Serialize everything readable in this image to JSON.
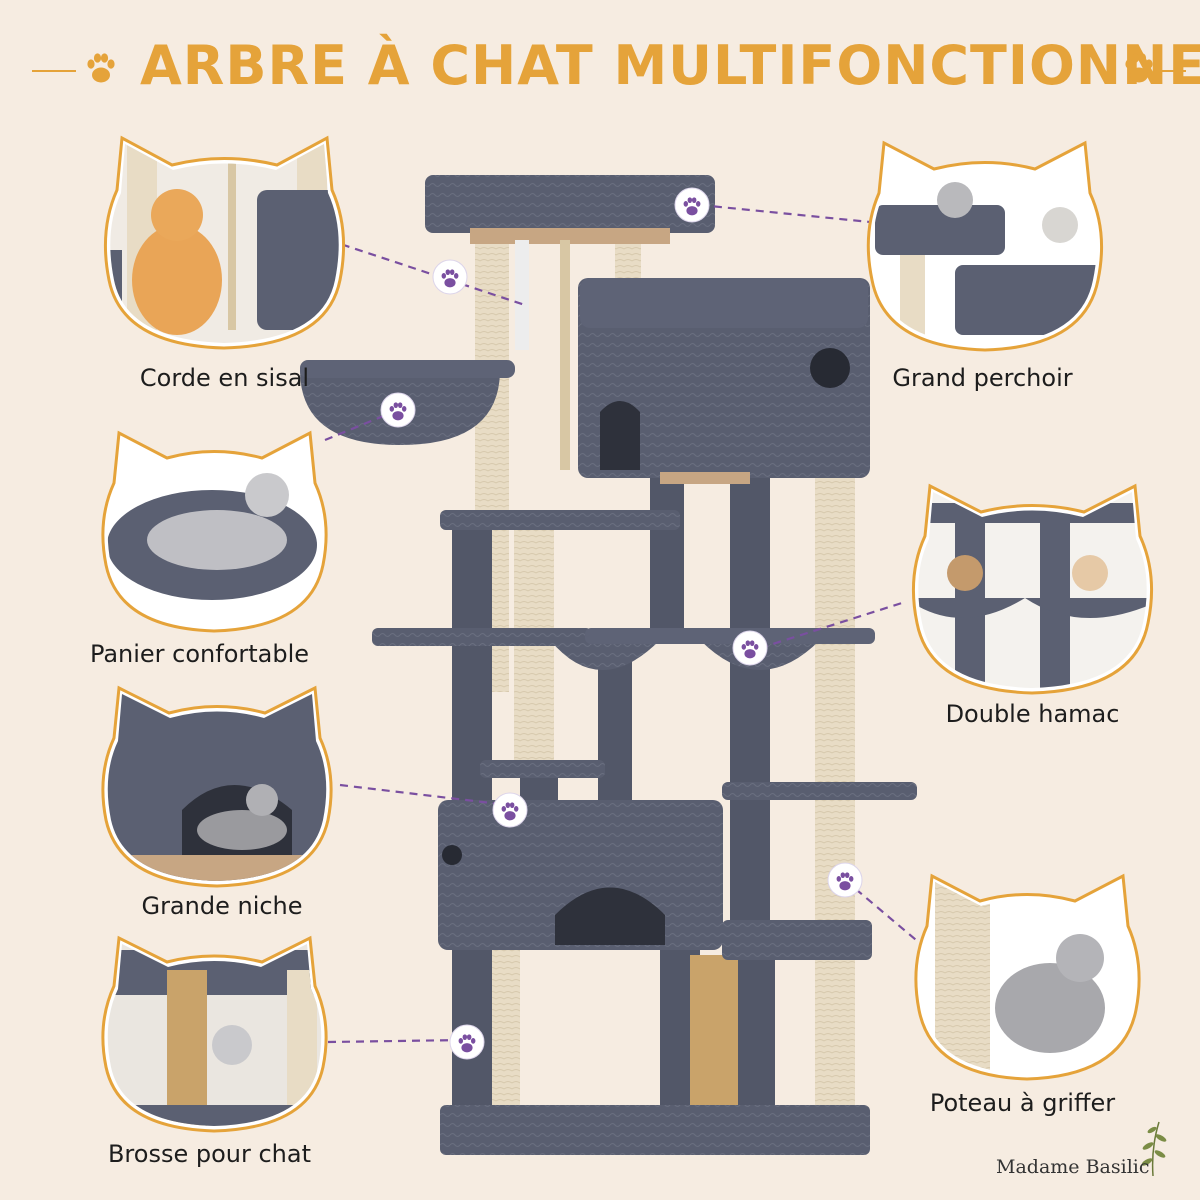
{
  "title": "ARBRE À CHAT MULTIFONCTIONNEL",
  "colors": {
    "background": "#f6ece1",
    "accent_gold": "#e5a33a",
    "plush_gray": "#565b6c",
    "sisal": "#e9dfcc",
    "paw_purple": "#7a4fa0"
  },
  "features": [
    {
      "label": "Corde en sisal",
      "icon": "cat-scratching-rope-photo"
    },
    {
      "label": "Panier confortable",
      "icon": "cat-in-basket-photo"
    },
    {
      "label": "Grande niche",
      "icon": "cat-in-condo-photo"
    },
    {
      "label": "Brosse pour chat",
      "icon": "cat-with-brush-photo"
    },
    {
      "label": "Grand perchoir",
      "icon": "cats-on-perch-photo"
    },
    {
      "label": "Double hamac",
      "icon": "cats-in-hammock-photo"
    },
    {
      "label": "Poteau à griffer",
      "icon": "cat-scratching-post-photo"
    }
  ],
  "brand": "Madame Basilic"
}
